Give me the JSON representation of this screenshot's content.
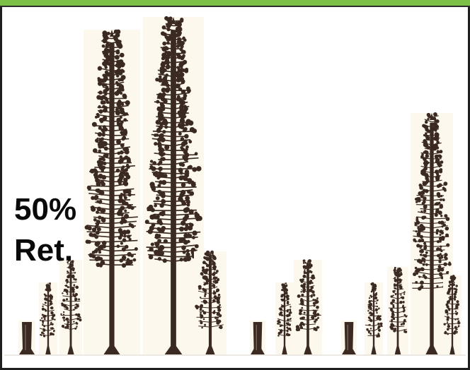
{
  "label": {
    "line1": "50%",
    "line2": "Ret."
  },
  "colors": {
    "top_bar": "#7cc146",
    "border": "#1f1f1f",
    "ink": "#3b2a22",
    "paper": "#fdf8ee"
  },
  "scene": {
    "elements": [
      {
        "type": "stump"
      },
      {
        "type": "small-tree"
      },
      {
        "type": "small-tree"
      },
      {
        "type": "tall-tree"
      },
      {
        "type": "tall-tree"
      },
      {
        "type": "small-tree"
      },
      {
        "type": "stump"
      },
      {
        "type": "small-tree"
      },
      {
        "type": "small-tree"
      },
      {
        "type": "stump"
      },
      {
        "type": "small-tree"
      },
      {
        "type": "small-tree"
      },
      {
        "type": "tall-tree"
      },
      {
        "type": "small-tree"
      }
    ]
  }
}
